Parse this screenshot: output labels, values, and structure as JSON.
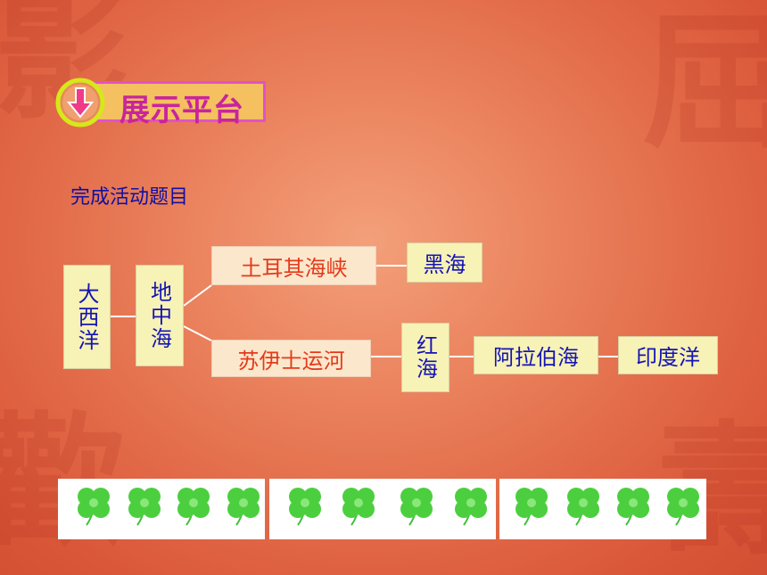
{
  "header": {
    "title": "展示平台",
    "icon": "down-arrow-icon"
  },
  "subtitle": "完成活动题目",
  "nodes": {
    "atlantic": "大西洋",
    "mediterranean": "地中海",
    "turkish_straits": "土耳其海峡",
    "black_sea": "黑海",
    "suez_canal": "苏伊士运河",
    "red_sea": "红海",
    "arabian_sea": "阿拉伯海",
    "indian_ocean": "印度洋"
  },
  "colors": {
    "node_text": "#1414b4",
    "node_text_red": "#e43a1c",
    "node_bg": "#f7f2b6",
    "header_title": "#c8259c"
  },
  "decor": {
    "strip_icon": "clover-icon"
  }
}
